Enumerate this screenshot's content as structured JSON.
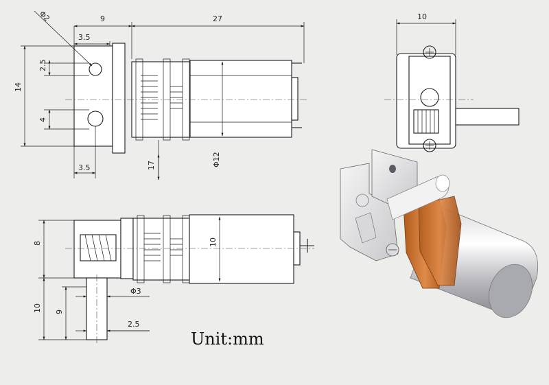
{
  "dimensions": {
    "phi2": "Φ2",
    "d9_top": "9",
    "d27": "27",
    "d3_5_top": "3.5",
    "d2_5_left": "2.5",
    "d14": "14",
    "d4": "4",
    "d3_5_bottom": "3.5",
    "d17": "17",
    "phi12": "Φ12",
    "d10_side": "10",
    "d8": "8",
    "d10_front": "10",
    "phi3": "Φ3",
    "d9_shaft": "9",
    "d10_shaft": "10",
    "d2_5_shaft": "2.5"
  },
  "unit_label": "Unit:mm"
}
